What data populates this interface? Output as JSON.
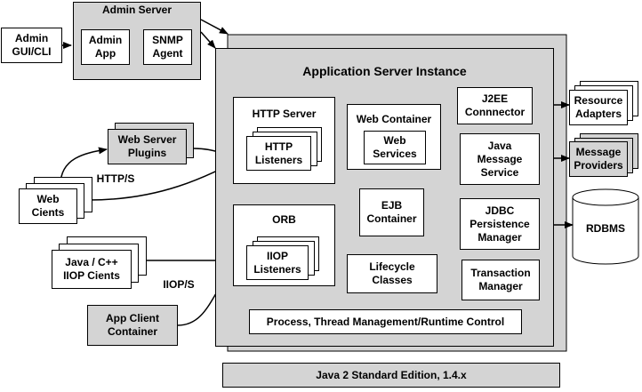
{
  "admin_server": {
    "title": "Admin Server",
    "admin_app": "Admin\nApp",
    "snmp_agent": "SNMP\nAgent"
  },
  "admin_gui": "Admin\nGUI/CLI",
  "app_server": {
    "title": "Application Server Instance",
    "http_server": {
      "title": "HTTP Server",
      "listeners": "HTTP\nListeners"
    },
    "web_container": {
      "title": "Web Container",
      "services": "Web\nServices"
    },
    "orb": {
      "title": "ORB",
      "listeners": "IIOP\nListeners"
    },
    "ejb_container": "EJB\nContainer",
    "lifecycle": "Lifecycle\nClasses",
    "j2ee_connector": "J2EE\nConnnector",
    "jms": "Java\nMessage\nService",
    "jdbc": "JDBC\nPersistence\nManager",
    "transaction": "Transaction\nManager",
    "process": "Process, Thread Management/Runtime Control"
  },
  "web_server_plugins": "Web Server\nPlugins",
  "http_protocol": "HTTP/S",
  "web_clients": "Web\nCients",
  "iiop_clients": "Java / C++\nIIOP Cients",
  "iiop_protocol": "IIOP/S",
  "app_client_container": "App Client\nContainer",
  "resource_adapters": "Resource\nAdapters",
  "message_providers": "Message\nProviders",
  "rdbms": "RDBMS",
  "java_se": "Java 2 Standard Edition, 1.4.x"
}
